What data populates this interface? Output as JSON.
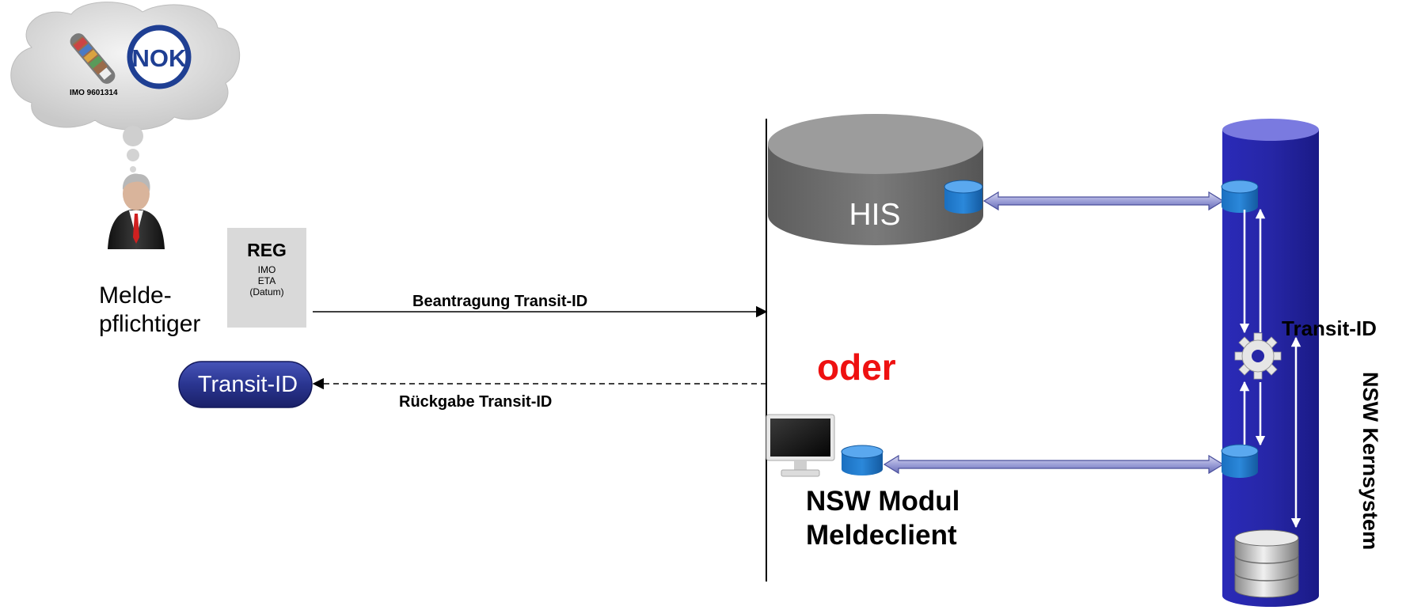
{
  "thought_bubble": {
    "badge_text": "NOK",
    "imo_label": "IMO 9601314",
    "badge_color": "#1f3f93"
  },
  "actor": {
    "label_line1": "Melde-",
    "label_line2": "pflichtiger"
  },
  "reg_form": {
    "title": "REG",
    "fields": [
      "IMO",
      "ETA",
      "(Datum)"
    ]
  },
  "transit_id_pill": {
    "label": "Transit-ID",
    "color": "#2a3590"
  },
  "arrows": {
    "request_label": "Beantragung Transit-ID",
    "response_label": "Rückgabe Transit-ID"
  },
  "his": {
    "label": "HIS"
  },
  "alternative": {
    "label": "oder",
    "color": "#ee1111"
  },
  "client": {
    "label_line1": "NSW Modul",
    "label_line2": "Meldeclient"
  },
  "core": {
    "transit_id_label": "Transit-ID",
    "system_label": "NSW Kernsystem",
    "color": "#2323a8"
  },
  "icons": [
    "ship-icon",
    "businessman-icon",
    "gear-icon",
    "database-icon",
    "monitor-icon"
  ]
}
